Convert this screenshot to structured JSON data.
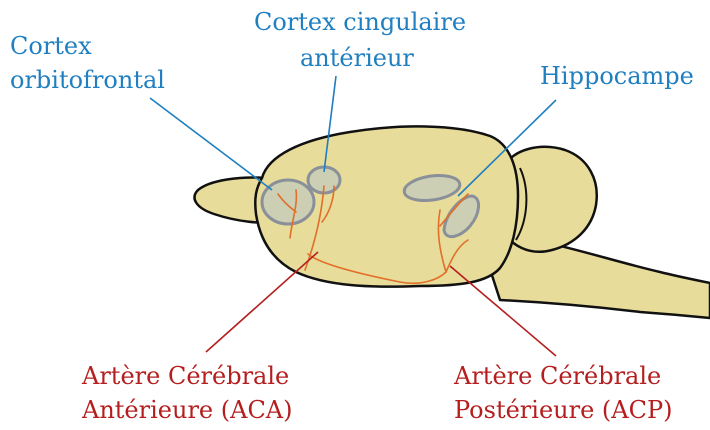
{
  "labels": {
    "orbitofrontal": {
      "line1": "Cortex",
      "line2": "orbitofrontal"
    },
    "cingulate": {
      "line1": "Cortex cingulaire",
      "line2": "antérieur"
    },
    "hippocampus": {
      "line1": "Hippocampe"
    },
    "aca": {
      "line1": "Artère Cérébrale",
      "line2": "Antérieure (ACA)"
    },
    "acp": {
      "line1": "Artère Cérébrale",
      "line2": "Postérieure (ACP)"
    }
  },
  "colors": {
    "brain_fill": "#e8dc9a",
    "brain_stroke": "#111111",
    "region_fill": "#c7cdb8",
    "region_stroke": "#8a9099",
    "artery": "#e0702a",
    "region_label": "#1f7fc0",
    "artery_label": "#b51e1e"
  }
}
